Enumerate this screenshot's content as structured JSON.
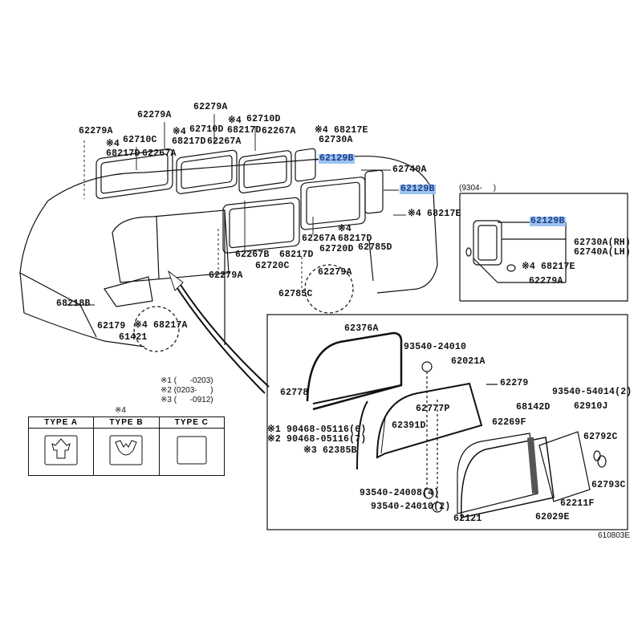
{
  "diagram_id": "610803E",
  "highlight_color": "#9cc3f0",
  "main_labels": [
    "62279A",
    "62279A",
    "62279A",
    "62710D",
    "※4",
    "68217D",
    "62710D",
    "※4",
    "68217D",
    "62267A",
    "62267A",
    "※4 68217E",
    "62730A",
    "62710C",
    "※4",
    "68217D",
    "62267A",
    "62129B",
    "62740A",
    "62129B",
    "※4 68217E",
    "62267A",
    "※4",
    "68217D",
    "62267B",
    "68217D",
    "62720D",
    "62785D",
    "62720C",
    "62279A",
    "62279A",
    "62785C",
    "68218B",
    "62179",
    "※4 68217A",
    "61421"
  ],
  "footnotes": [
    "※1 (      -0203)",
    "※2 (0203-      )",
    "※3 (      -0912)"
  ],
  "clip_types": {
    "ref": "※4",
    "columns": [
      "TYPE A",
      "TYPE B",
      "TYPE C"
    ]
  },
  "inset": {
    "date_range": "(9304-     )",
    "labels": [
      "62129B",
      "62730A(RH)",
      "62740A(LH)",
      "※4 68217E",
      "62279A"
    ]
  },
  "detail": {
    "labels": [
      "62376A",
      "93540-24010",
      "62021A",
      "62279",
      "93540-54014(2)",
      "62778",
      "62910J",
      "68142D",
      "62777P",
      "62391D",
      "62269F",
      "※1 90468-05116(6)",
      "※2 90468-05116(7)",
      "62792C",
      "※3 62385B",
      "93540-24008(4)",
      "62793C",
      "93540-24010(2)",
      "62211F",
      "62121",
      "62029E"
    ]
  }
}
